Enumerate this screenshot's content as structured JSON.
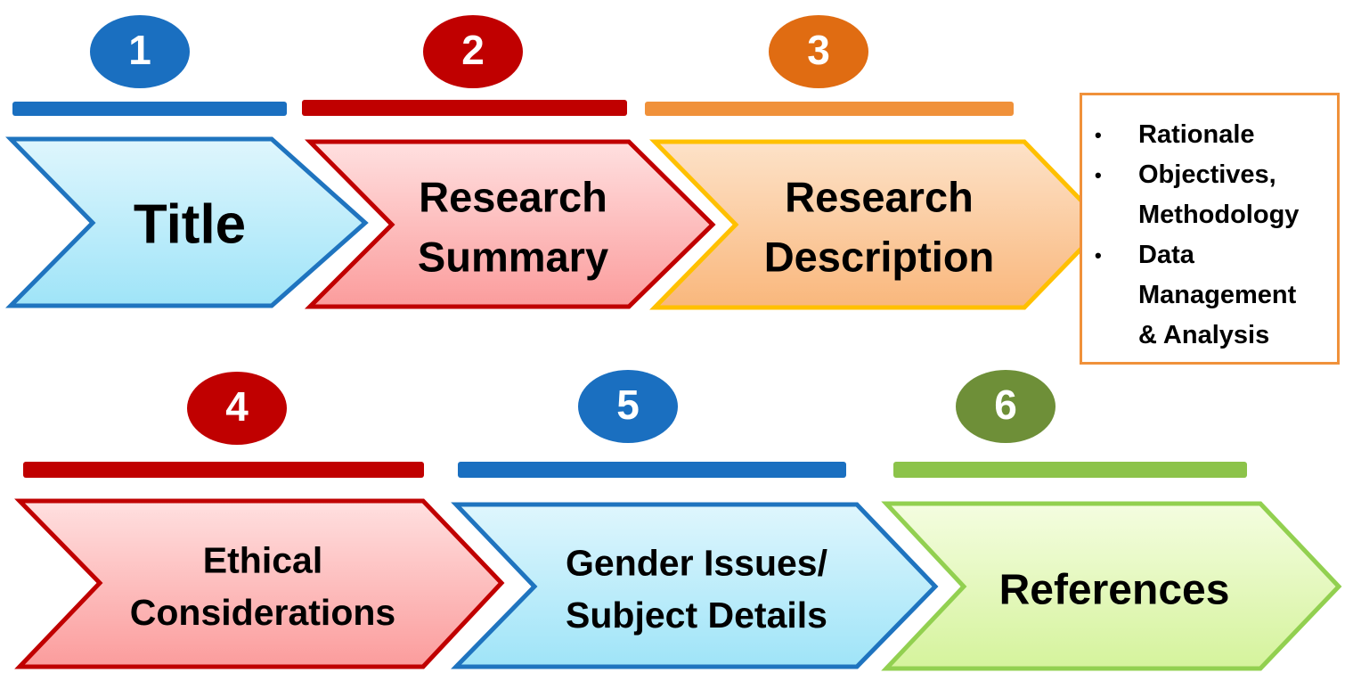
{
  "steps": [
    {
      "number": "1",
      "lines": [
        "Title"
      ],
      "badge_color": "#1a6fc0",
      "bar_color": "#1a6fc0",
      "border_color": "#1f74bf",
      "fill_top": "#dff6fd",
      "fill_bottom": "#9fe4f8"
    },
    {
      "number": "2",
      "lines": [
        "Research",
        "Summary"
      ],
      "badge_color": "#c00000",
      "bar_color": "#c00000",
      "border_color": "#c00000",
      "fill_top": "#ffe0e0",
      "fill_bottom": "#fb9c9c"
    },
    {
      "number": "3",
      "lines": [
        "Research",
        "Description"
      ],
      "badge_color": "#e06c12",
      "bar_color": "#f0913a",
      "border_color": "#ffc000",
      "fill_top": "#fde2c8",
      "fill_bottom": "#f9b77c"
    },
    {
      "number": "4",
      "lines": [
        "Ethical",
        "Considerations"
      ],
      "badge_color": "#c00000",
      "bar_color": "#c00000",
      "border_color": "#c00000",
      "fill_top": "#ffe0e0",
      "fill_bottom": "#fb9c9c"
    },
    {
      "number": "5",
      "lines": [
        "Gender Issues/",
        "Subject Details"
      ],
      "badge_color": "#1a6fc0",
      "bar_color": "#1a6fc0",
      "border_color": "#1f74bf",
      "fill_top": "#dff6fd",
      "fill_bottom": "#9fe4f8"
    },
    {
      "number": "6",
      "lines": [
        "References"
      ],
      "badge_color": "#6e8f38",
      "bar_color": "#8cc34a",
      "border_color": "#92d050",
      "fill_top": "#f4fde0",
      "fill_bottom": "#d5f39c"
    }
  ],
  "side_box": {
    "border_color": "#f0913a",
    "items": [
      {
        "bullet": "•",
        "lines": [
          "Rationale"
        ]
      },
      {
        "bullet": "•",
        "lines": [
          "Objectives,",
          "Methodology"
        ]
      },
      {
        "bullet": "•",
        "lines": [
          "Data",
          "Management",
          "& Analysis"
        ]
      }
    ]
  }
}
